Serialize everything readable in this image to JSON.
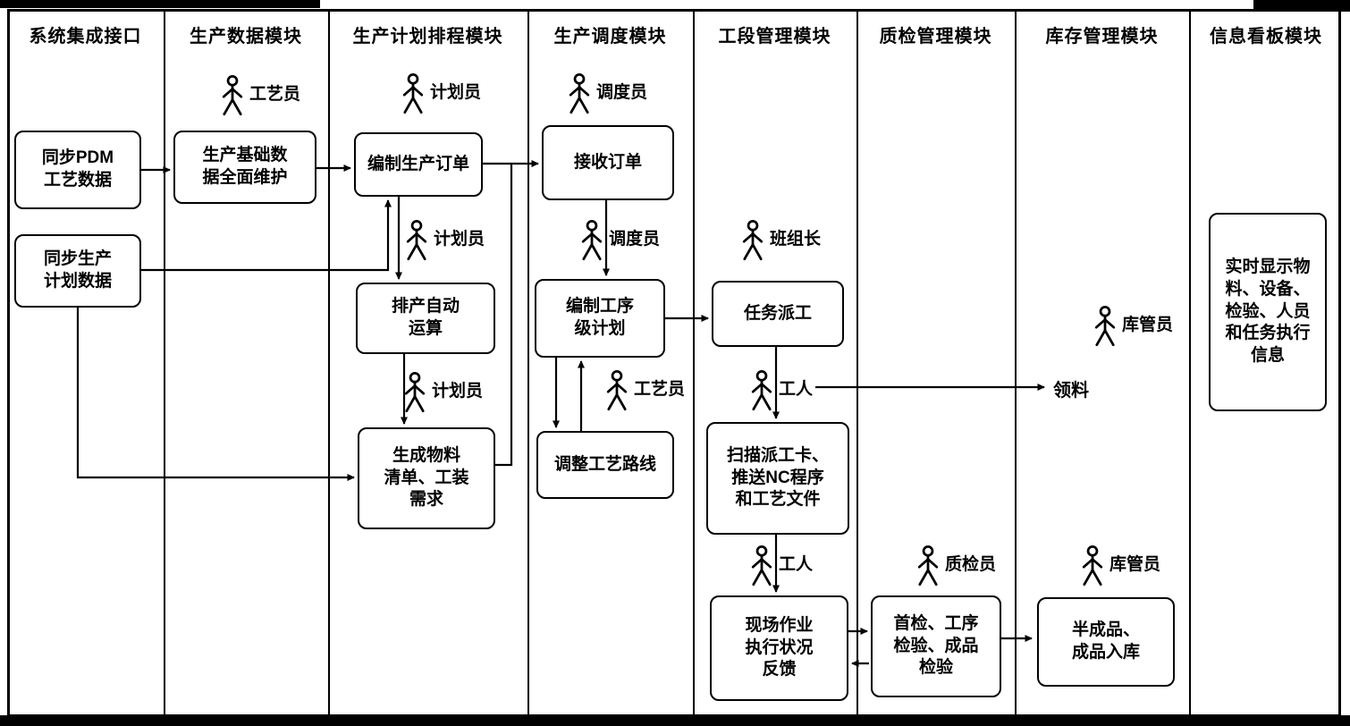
{
  "diagram": {
    "lane_headers": [
      "系统集成接口",
      "生产数据模块",
      "生产计划排程模块",
      "生产调度模块",
      "工段管理模块",
      "质检管理模块",
      "库存管理模块",
      "信息看板模块"
    ],
    "boxes": {
      "sync_pdm": "同步PDM\n工艺数据",
      "sync_plan": "同步生产\n计划数据",
      "base_data": "生产基础数\n据全面维护",
      "create_order": "编制生产订单",
      "auto_schedule": "排产自动\n运算",
      "material_list": "生成物料\n清单、工装\n需求",
      "receive_order": "接收订单",
      "process_plan": "编制工序\n级计划",
      "adjust_route": "调整工艺路线",
      "task_dispatch": "任务派工",
      "scan_card": "扫描派工卡、\n推送NC程序\n和工艺文件",
      "site_feedback": "现场作业\n执行状况\n反馈",
      "inspection": "首检、工序\n检验、成品\n检验",
      "warehousing": "半成品、\n成品入库",
      "info_board": "实时显示物\n料、设备、\n检验、人员\n和任务执行\n信息"
    },
    "actors": {
      "a1": "工艺员",
      "a2": "计划员",
      "a3": "调度员",
      "a4": "计划员",
      "a5": "调度员",
      "a6": "班组长",
      "a7": "计划员",
      "a8": "工艺员",
      "a9": "工人",
      "a10": "库管员",
      "a11": "工人",
      "a12": "质检员",
      "a13": "库管员"
    },
    "labels": {
      "material_picking": "领料"
    },
    "colors": {
      "line": "#000000",
      "background": "#ffffff"
    }
  }
}
